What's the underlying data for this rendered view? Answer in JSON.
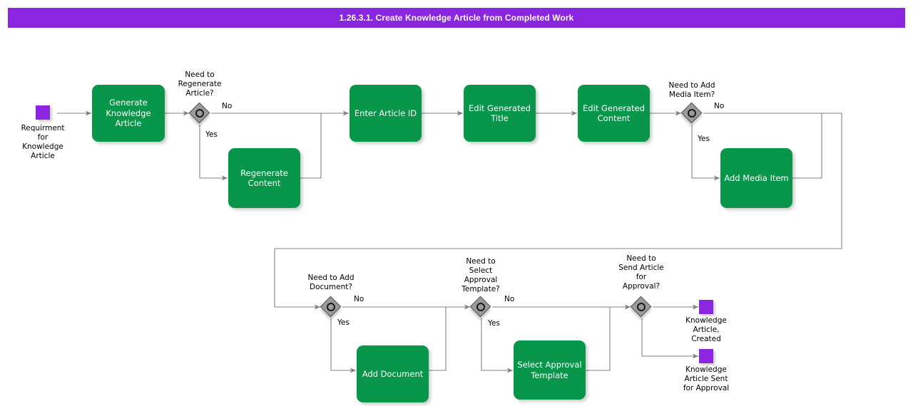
{
  "header": {
    "title": "1.26.3.1. Create Knowledge Article from Completed Work",
    "bar_color": "#8A25E0",
    "text_color": "#ffffff"
  },
  "palette": {
    "task_fill": "#07964A",
    "event_fill": "#8A25E0",
    "gateway_fill": "#9B9B9B",
    "gateway_stroke": "#555555",
    "connector": "#808080",
    "text": "#000000"
  },
  "diagram": {
    "type": "bpmn-flowchart",
    "start_events": [
      {
        "id": "start-requirement",
        "label": "Requirment\nfor\nKnowledge\nArticle"
      }
    ],
    "tasks": [
      {
        "id": "generate-knowledge-article",
        "label": "Generate\nKnowledge\nArticle"
      },
      {
        "id": "regenerate-content",
        "label": "Regenerate\nContent"
      },
      {
        "id": "enter-article-id",
        "label": "Enter Article ID"
      },
      {
        "id": "edit-generated-title",
        "label": "Edit Generated\nTitle"
      },
      {
        "id": "edit-generated-content",
        "label": "Edit Generated\nContent"
      },
      {
        "id": "add-media-item",
        "label": "Add Media Item"
      },
      {
        "id": "add-document",
        "label": "Add Document"
      },
      {
        "id": "select-approval-template",
        "label": "Select Approval\nTemplate"
      }
    ],
    "gateways": [
      {
        "id": "need-regenerate-article",
        "label": "Need to\nRegenerate\nArticle?",
        "yes": "Yes",
        "no": "No"
      },
      {
        "id": "need-add-media-item",
        "label": "Need to Add\nMedia Item?",
        "yes": "Yes",
        "no": "No"
      },
      {
        "id": "need-add-document",
        "label": "Need to Add\nDocument?",
        "yes": "Yes",
        "no": "No"
      },
      {
        "id": "need-select-approval-template",
        "label": "Need to\nSelect\nApproval\nTemplate?",
        "yes": "Yes",
        "no": "No"
      },
      {
        "id": "need-send-article-for-approval",
        "label": "Need to\nSend Article\nfor\nApproval?",
        "yes": "",
        "no": ""
      }
    ],
    "end_events": [
      {
        "id": "knowledge-article-created",
        "label": "Knowledge\nArticle,\nCreated"
      },
      {
        "id": "knowledge-article-sent-for-approval",
        "label": "Knowledge\nArticle Sent\nfor Approval"
      }
    ]
  }
}
